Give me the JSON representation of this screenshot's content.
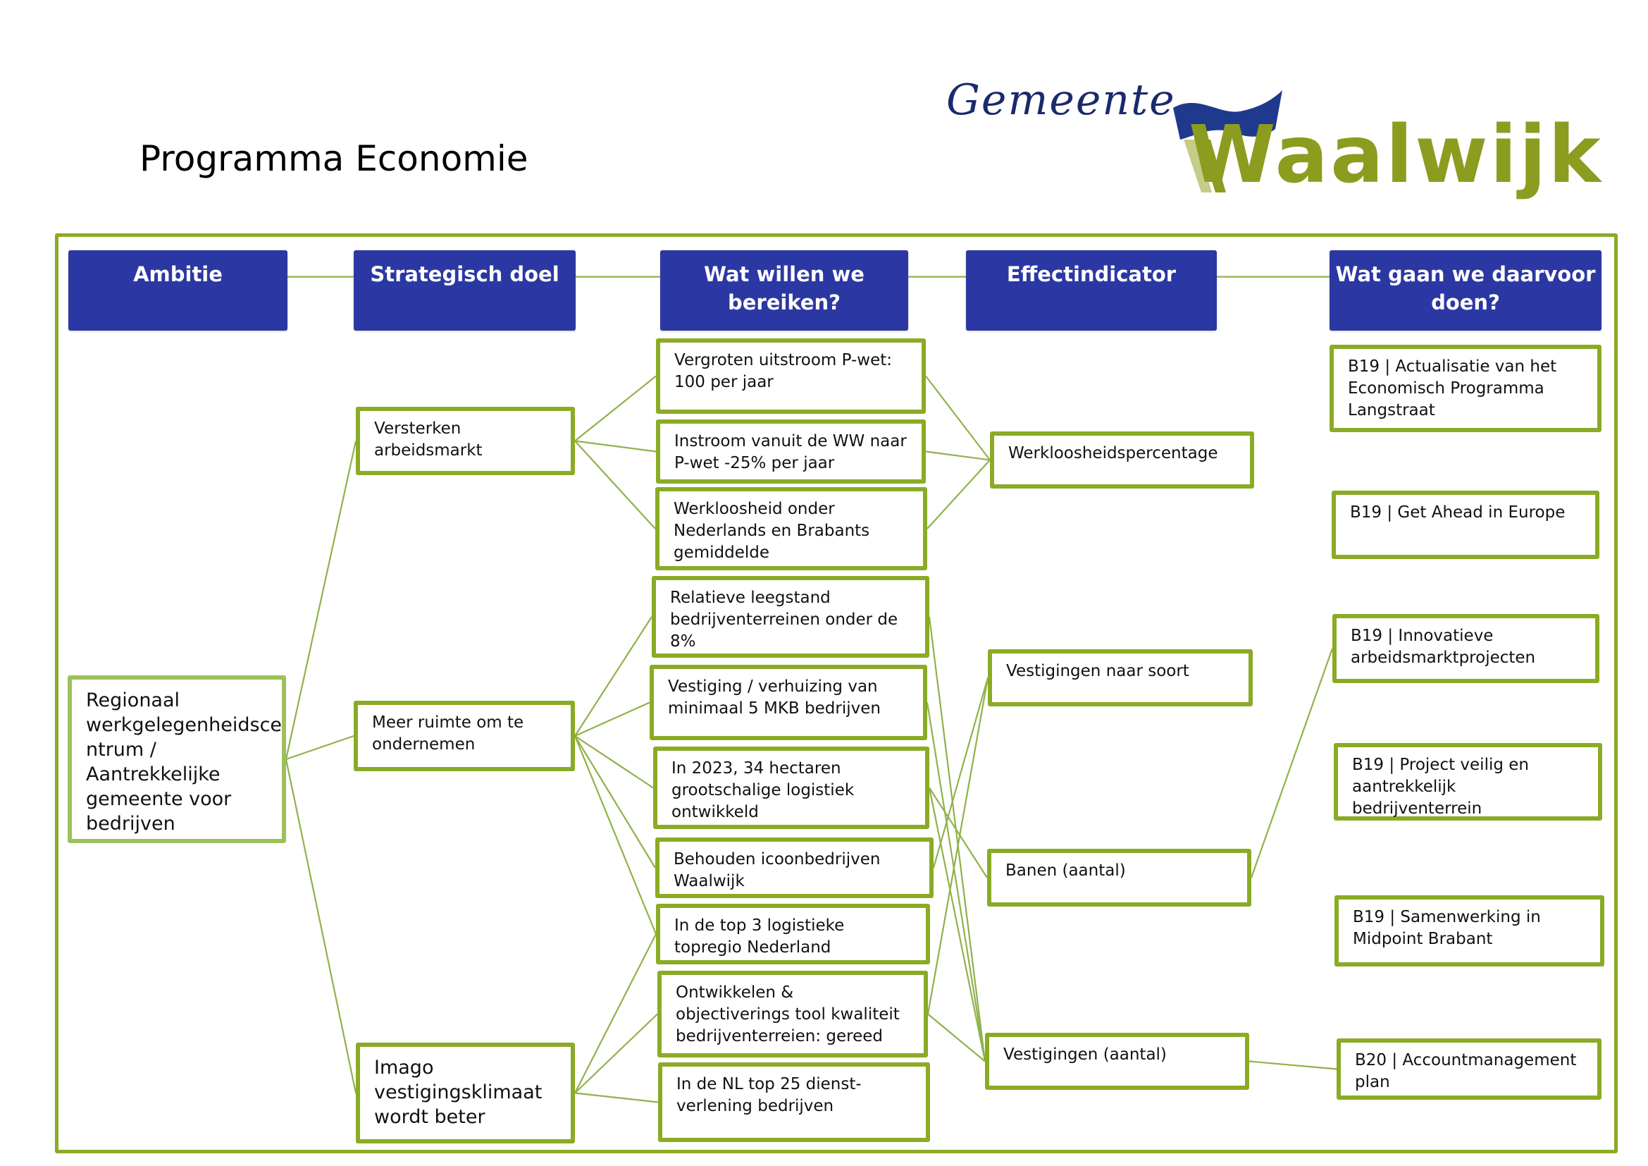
{
  "page": {
    "title": "Programma Economie"
  },
  "logo": {
    "line1": "Gemeente",
    "line2": "Waalwijk",
    "colors": {
      "navy": "#1a2a6c",
      "olive": "#8c9c1f"
    }
  },
  "colors": {
    "header_bg": "#2b38a3",
    "border_green": "#8aab25",
    "ambition_border": "#9cc15b",
    "connector": "#8fb24a"
  },
  "headers": [
    {
      "label": "Ambitie"
    },
    {
      "label": "Strategisch doel"
    },
    {
      "label": "Wat willen we bereiken?"
    },
    {
      "label": "Effectindicator"
    },
    {
      "label": "Wat gaan we daarvoor doen?"
    }
  ],
  "ambition": {
    "text": "Regionaal werkgelegenheidsce ntrum / Aantrekkelijke gemeente voor bedrijven"
  },
  "strategic_goals": [
    {
      "id": "s1",
      "text": "Versterken arbeidsmarkt"
    },
    {
      "id": "s2",
      "text": "Meer ruimte om te ondernemen"
    },
    {
      "id": "s3",
      "text": "Imago vestigingsklimaat wordt beter"
    }
  ],
  "goals": [
    {
      "id": "g1",
      "text": "Vergroten uitstroom P-wet: 100 per jaar"
    },
    {
      "id": "g2",
      "text": "Instroom vanuit de WW naar P-wet -25% per jaar"
    },
    {
      "id": "g3",
      "text": "Werkloosheid onder Nederlands en Brabants gemiddelde"
    },
    {
      "id": "g4",
      "text": "Relatieve leegstand bedrijventerreinen onder de 8%"
    },
    {
      "id": "g5",
      "text": "Vestiging / verhuizing van minimaal 5 MKB bedrijven"
    },
    {
      "id": "g6",
      "text": "In 2023, 34 hectaren grootschalige logistiek ontwikkeld"
    },
    {
      "id": "g7",
      "text": "Behouden icoonbedrijven Waalwijk"
    },
    {
      "id": "g8",
      "text": "In de top 3 logistieke topregio Nederland"
    },
    {
      "id": "g9",
      "text": "Ontwikkelen  & objectiverings tool kwaliteit bedrijventerreien: gereed"
    },
    {
      "id": "g10",
      "text": "In de NL top 25 dienst-verlening bedrijven"
    }
  ],
  "indicators": [
    {
      "id": "e1",
      "text": "Werkloosheidspercentage"
    },
    {
      "id": "e2",
      "text": "Vestigingen naar soort"
    },
    {
      "id": "e3",
      "text": "Banen (aantal)"
    },
    {
      "id": "e4",
      "text": "Vestigingen (aantal)"
    }
  ],
  "actions": [
    {
      "id": "a1",
      "text": "B19 | Actualisatie van het Economisch Programma Langstraat"
    },
    {
      "id": "a2",
      "text": "B19 | Get Ahead in Europe"
    },
    {
      "id": "a3",
      "text": "B19 | Innovatieve arbeidsmarktprojecten"
    },
    {
      "id": "a4",
      "text": "B19 | Project veilig en aantrekkelijk bedrijventerrein"
    },
    {
      "id": "a5",
      "text": "B19 | Samenwerking in Midpoint Brabant"
    },
    {
      "id": "a6",
      "text": "B20 | Accountmanagement plan"
    }
  ],
  "connections": [
    [
      "header0",
      "header1"
    ],
    [
      "header1",
      "header2"
    ],
    [
      "header2",
      "header3"
    ],
    [
      "header3",
      "header4"
    ],
    [
      "amb",
      "s1"
    ],
    [
      "amb",
      "s2"
    ],
    [
      "amb",
      "s3"
    ],
    [
      "s1",
      "g1"
    ],
    [
      "s1",
      "g2"
    ],
    [
      "s1",
      "g3"
    ],
    [
      "s2",
      "g4"
    ],
    [
      "s2",
      "g5"
    ],
    [
      "s2",
      "g6"
    ],
    [
      "s2",
      "g7"
    ],
    [
      "s2",
      "g8"
    ],
    [
      "s3",
      "g8"
    ],
    [
      "s3",
      "g9"
    ],
    [
      "s3",
      "g10"
    ],
    [
      "g1",
      "e1"
    ],
    [
      "g2",
      "e1"
    ],
    [
      "g3",
      "e1"
    ],
    [
      "g4",
      "e4"
    ],
    [
      "g5",
      "e4"
    ],
    [
      "g6",
      "e4"
    ],
    [
      "g6",
      "e3"
    ],
    [
      "g6",
      "e4"
    ],
    [
      "g7",
      "e2"
    ],
    [
      "g9",
      "e2"
    ],
    [
      "g9",
      "e4"
    ],
    [
      "e3",
      "a3"
    ],
    [
      "e4",
      "a6"
    ]
  ]
}
